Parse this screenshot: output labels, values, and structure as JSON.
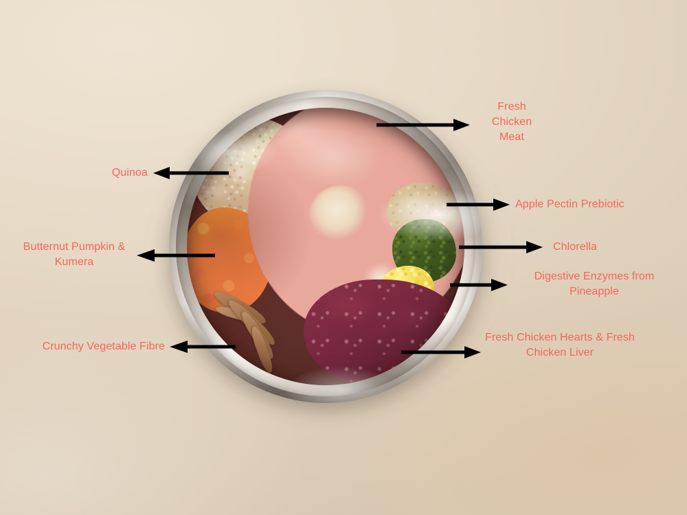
{
  "image": {
    "title": "Annotated raw dog food bowl",
    "background_color": "#e9dcc9",
    "label_color": "#f4665b",
    "arrow_color": "#000000"
  },
  "bowl": {
    "name": "stainless-steel-pet-bowl",
    "rim_color": "#cfc6bb",
    "interior_color": "#5d2e2a"
  },
  "ingredients": [
    {
      "id": "chicken-meat",
      "label": "Fresh\nChicken\nMeat",
      "color": "#e8a99c",
      "position": "top-center"
    },
    {
      "id": "quinoa",
      "label": "Quinoa",
      "color": "#e7d8b2",
      "position": "top-left"
    },
    {
      "id": "apple-pectin",
      "label": "Apple Pectin Prebiotic",
      "color": "#cdb488",
      "position": "right-upper"
    },
    {
      "id": "chlorella",
      "label": "Chlorella",
      "color": "#41591f",
      "position": "right-middle"
    },
    {
      "id": "digestive-enzymes",
      "label": "Digestive Enzymes from\nPineapple",
      "color": "#f2d84f",
      "position": "right-lower"
    },
    {
      "id": "butternut-kumera",
      "label": "Butternut Pumpkin &\nKumera",
      "color": "#fb8a46",
      "position": "left-middle"
    },
    {
      "id": "vegetable-fibre",
      "label": "Crunchy Vegetable Fibre",
      "color": "#a87c52",
      "position": "bottom-left"
    },
    {
      "id": "chicken-organs",
      "label": "Fresh Chicken Hearts & Fresh\nChicken Liver",
      "color": "#72263c",
      "position": "bottom-right"
    }
  ]
}
